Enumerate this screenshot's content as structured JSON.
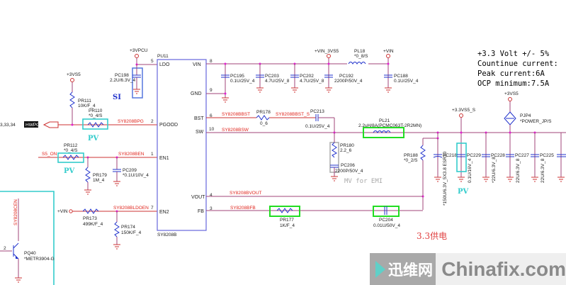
{
  "specs": {
    "line1": "+3.3 Volt +/- 5%",
    "line2": "Countinue current:",
    "line3": "Peak current:6A",
    "line4": "OCP minimum:7.5A"
  },
  "ic": {
    "ref": "PU11",
    "part": "SY8208B",
    "pins_left": [
      {
        "num": "5",
        "name": "LDO"
      },
      {
        "num": "2",
        "name": "PGOOD"
      },
      {
        "num": "1",
        "name": "EN1"
      },
      {
        "num": "7",
        "name": "EN2"
      }
    ],
    "pins_right": [
      {
        "num": "8",
        "name": "VIN"
      },
      {
        "num": "9",
        "name": "GND"
      },
      {
        "num": "6",
        "name": "BST"
      },
      {
        "num": "10",
        "name": "SW"
      },
      {
        "num": "4",
        "name": "VOUT"
      },
      {
        "num": "3",
        "name": "FB"
      }
    ]
  },
  "nets": {
    "pgood": "SY8208BPG",
    "en": "SY8208BEN",
    "ldoen": "SY8208BLDOEN",
    "bst": "SY8208BBST",
    "bst_s": "SY8208BBST_S",
    "sw": "SY8208BSW",
    "vout": "SY8208BVOUT",
    "fb": "SY8208BFB",
    "s5_on": "S5_ON",
    "hwpg": "HWPG",
    "hwpg_ref": "3,33,34",
    "syn_en": "SY8208CEN"
  },
  "power": {
    "vpcu": "+3VPCU",
    "v3vs5_a": "+3VS5",
    "vin_3vs5": "+VIN_3VS5",
    "vin": "+VIN",
    "vin_left": "+VIN",
    "v33vs5_s": "+3.3VS5_S",
    "v3vs5_b": "+3VS5"
  },
  "components": {
    "pc198": {
      "ref": "PC198",
      "val": "2.2U/6.3V_4"
    },
    "pr111": {
      "ref": "PR111",
      "val": "10K/F_4"
    },
    "pr110": {
      "ref": "PR110",
      "val": "*0_4/S"
    },
    "pr112": {
      "ref": "PR112",
      "val": "*0_4/S"
    },
    "pr179": {
      "ref": "PR179",
      "val": "1M_4"
    },
    "pc209": {
      "ref": "PC209",
      "val": "*0.1U/10V_4"
    },
    "pr173": {
      "ref": "PR173",
      "val": "499K/F_4"
    },
    "pr174": {
      "ref": "PR174",
      "val": "150K/F_4"
    },
    "pq40": {
      "ref": "PQ40",
      "val": "*METR3904-G"
    },
    "pc195": {
      "ref": "PC195",
      "val": "0.1U/25V_4"
    },
    "pc203": {
      "ref": "PC203",
      "val": "4.7U/25V_8"
    },
    "pc202": {
      "ref": "PC202",
      "val": "4.7U/25V_8"
    },
    "pc192": {
      "ref": "PC192",
      "val": "2200P/50V_4"
    },
    "pl18": {
      "ref": "PL18",
      "val": "*0_8/S"
    },
    "pc188": {
      "ref": "PC188",
      "val": "0.1U/25V_4"
    },
    "pr178": {
      "ref": "PR178",
      "val": "0_6"
    },
    "pc213": {
      "ref": "PC213",
      "val": "0.1U/25V_4"
    },
    "pl21": {
      "ref": "PL21",
      "val": "2.2uH/8A(PCMC063T-2R2MN)"
    },
    "pr180": {
      "ref": "PR180",
      "val": "2.2_6"
    },
    "pc206": {
      "ref": "PC206",
      "val": "2200P/50V_4"
    },
    "pr188": {
      "ref": "PR188",
      "val": "*0_2/S"
    },
    "pc218": {
      "ref": "PC218",
      "val": "*150U/6.3V_5X3.8 ESR20"
    },
    "pc229": {
      "ref": "PC229",
      "val": "0.1U/16V_4"
    },
    "pc228": {
      "ref": "PC228",
      "val": "*22U/6.3V_8"
    },
    "pc227": {
      "ref": "PC227",
      "val": "22U/6.3V_8"
    },
    "pc225": {
      "ref": "PC225",
      "val": "22U/6.3V_8"
    },
    "pjp4": {
      "ref": "PJP4",
      "val": "*POWER_JP/S"
    },
    "pr177": {
      "ref": "PR177",
      "val": "1K/F_4"
    },
    "pc204": {
      "ref": "PC204",
      "val": "0.01U/50V_4"
    }
  },
  "annotations": {
    "si": "SI",
    "pv": "PV",
    "mv_emi": "MV for EMI",
    "supply_33": "3.3供电"
  },
  "watermark": {
    "cn": "迅维网",
    "en": "Chinafix.com"
  }
}
